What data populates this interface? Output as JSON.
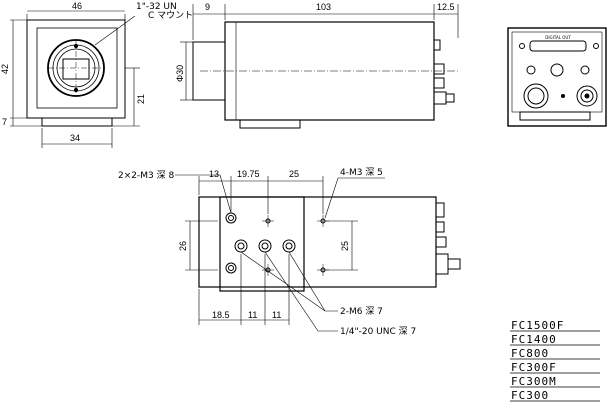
{
  "front_view": {
    "width_top": "46",
    "height_left": "42",
    "height_right": "21",
    "offset_left": "7",
    "width_bottom": "34",
    "thread_line1": "1\"-32 UN",
    "thread_line2": "C マウント"
  },
  "side_view": {
    "lens_length": "9",
    "body_length": "103",
    "rear_length": "12.5",
    "diameter": "Φ30"
  },
  "bottom_view": {
    "hole_label_a": "2×2-M3 深 8",
    "hole_label_b": "4-M3 深 5",
    "hole_label_c": "2-M6 深 7",
    "hole_label_d": "1/4\"-20 UNC 深 7",
    "dim_top_1": "13",
    "dim_top_2": "19.75",
    "dim_top_3": "25",
    "dim_left": "26",
    "dim_right": "25",
    "dim_bottom_1": "18.5",
    "dim_bottom_2": "11",
    "dim_bottom_3": "11"
  },
  "rear_panel": {
    "connector_label": "DIGITAL OUT"
  },
  "models": [
    "FC1500F",
    "FC1400",
    "FC800",
    "FC300F",
    "FC300M",
    "FC300"
  ]
}
